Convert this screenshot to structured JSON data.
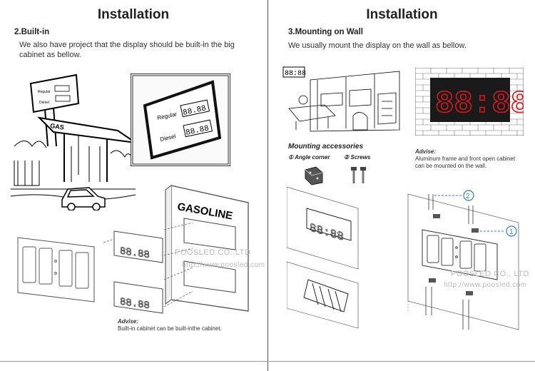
{
  "left": {
    "title": "Installation",
    "section": "2.Built-in",
    "description": "We also have project that the display should be built-in the big cabinet as bellow.",
    "sign_regular": "Regular",
    "sign_diesel": "Diesel",
    "sign_digits": "88.88",
    "gas_label": "GAS",
    "gasoline_label": "GASOLINE",
    "cabinet_digits": "88.88",
    "advise_heading": "Advise:",
    "advise_text": "Built-in cabinet can be built-inthe cabinet.",
    "watermark_1": "POOSLED CO.,LTD",
    "watermark_2": "http://www.poosled.com"
  },
  "right": {
    "title": "Installation",
    "section": "3.Mounting on Wall",
    "description": "We usually mount the display on the wall as bellow.",
    "clock_digits": "88:88",
    "accessories_heading": "Mounting accessories",
    "accessory_1": "① Angle corner",
    "accessory_2": "② Screws",
    "advise_heading": "Advise:",
    "advise_text": "Aluminum frame and front open cabinet can be mounted on the wall.",
    "callout_1": "1",
    "callout_2": "2",
    "watermark_1": "POOSLED CO., LTD",
    "watermark_2": "http://www.poosled.com"
  },
  "colors": {
    "led_red": "#d7191c",
    "brick": "#ffffff",
    "mortar": "#666666",
    "callout": "#2a7fd4"
  }
}
